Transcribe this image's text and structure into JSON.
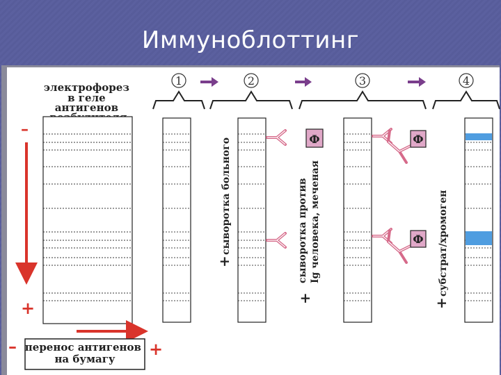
{
  "title": "Иммуноблоттинг",
  "labels": {
    "electrophoresis": [
      "электрофорез",
      "в геле",
      "антигенов",
      "возбудителя"
    ],
    "transfer": [
      "перенос антигенов",
      "на бумагу"
    ],
    "patient_serum": "сыворотка больного",
    "anti_ig_serum": [
      "сыворотка против",
      "Ig человека, меченая"
    ],
    "substrate": "субстрат/хромоген",
    "enzyme_label": "Ф",
    "plus": "+",
    "minus": "–"
  },
  "steps": [
    "1",
    "2",
    "3",
    "4"
  ],
  "colors": {
    "arrow_red": "#d9342b",
    "arrow_purple": "#7a3e8c",
    "antibody_pink": "#d66a8a",
    "label_box": "#e0a8c8",
    "band_blue": "#4f9de0"
  }
}
